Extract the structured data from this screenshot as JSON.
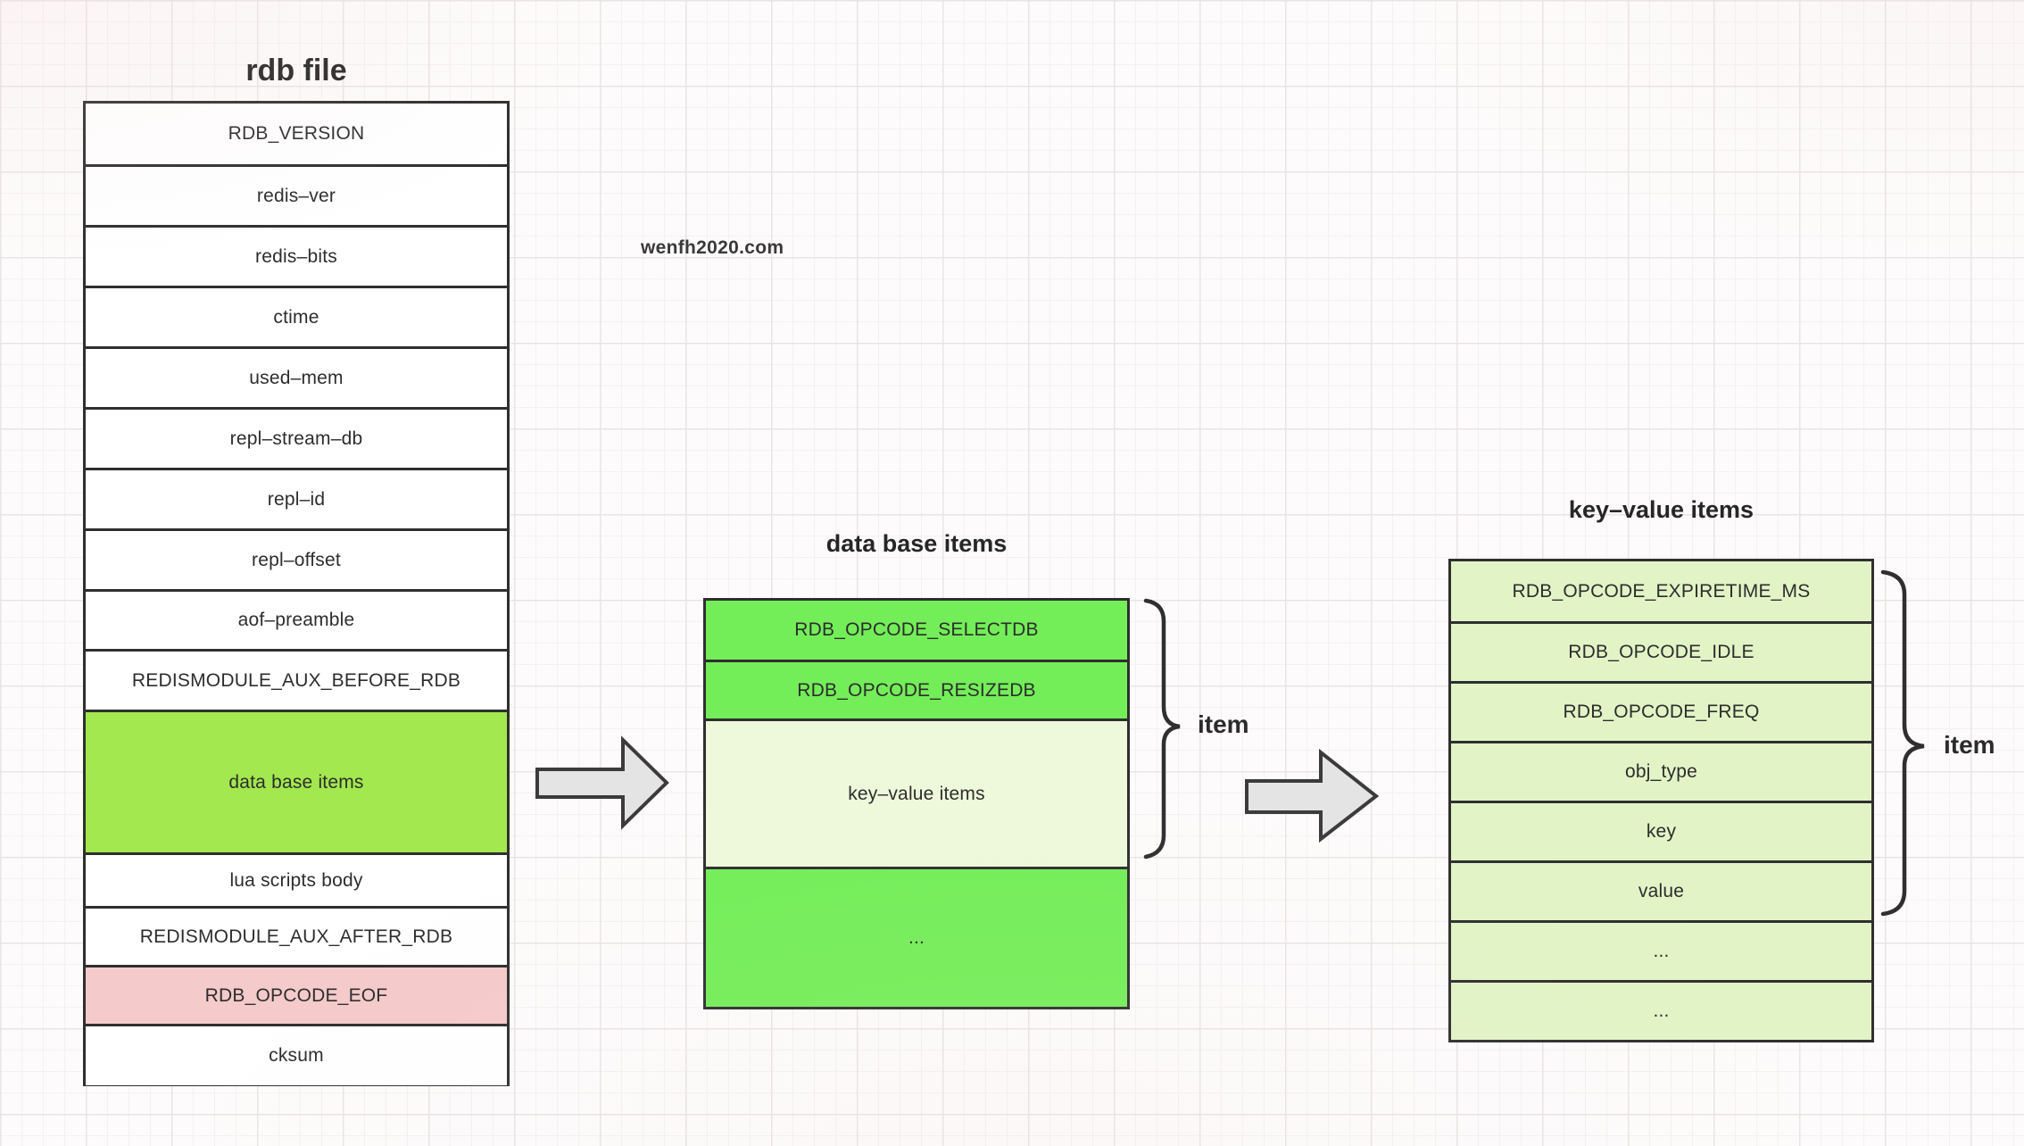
{
  "page": {
    "watermark": "wenfh2020.com"
  },
  "colors": {
    "white": "#ffffff",
    "yellow_green": "#a2e84e",
    "green": "#73ee58",
    "light_green": "#eef8da",
    "pale_green": "#e2f4c6",
    "pink": "#f5caca",
    "border": "#2f2f2f",
    "arrow_fill": "#e4e4e4",
    "arrow_stroke": "#3b3b3b"
  },
  "diagram": {
    "rdb_file": {
      "title": "rdb file",
      "rows": [
        {
          "label": "RDB_VERSION",
          "bg": "white",
          "h": 68
        },
        {
          "label": "redis–ver",
          "bg": "white",
          "h": 68
        },
        {
          "label": "redis–bits",
          "bg": "white",
          "h": 68
        },
        {
          "label": "ctime",
          "bg": "white",
          "h": 68
        },
        {
          "label": "used–mem",
          "bg": "white",
          "h": 68
        },
        {
          "label": "repl–stream–db",
          "bg": "white",
          "h": 68
        },
        {
          "label": "repl–id",
          "bg": "white",
          "h": 68
        },
        {
          "label": "repl–offset",
          "bg": "white",
          "h": 68
        },
        {
          "label": "aof–preamble",
          "bg": "white",
          "h": 67
        },
        {
          "label": "REDISMODULE_AUX_BEFORE_RDB",
          "bg": "white",
          "h": 68
        },
        {
          "label": "data base items",
          "bg": "yellow_green",
          "h": 160
        },
        {
          "label": "lua scripts body",
          "bg": "white",
          "h": 60
        },
        {
          "label": "REDISMODULE_AUX_AFTER_RDB",
          "bg": "white",
          "h": 66
        },
        {
          "label": "RDB_OPCODE_EOF",
          "bg": "pink",
          "h": 66
        },
        {
          "label": "cksum",
          "bg": "white",
          "h": 69
        }
      ]
    },
    "database_items": {
      "title": "data base items",
      "brace_label": "item",
      "rows": [
        {
          "label": "RDB_OPCODE_SELECTDB",
          "bg": "green",
          "h": 66
        },
        {
          "label": "RDB_OPCODE_RESIZEDB",
          "bg": "green",
          "h": 66
        },
        {
          "label": "key–value items",
          "bg": "light_green",
          "h": 166
        },
        {
          "label": "...",
          "bg": "green",
          "h": 157
        }
      ]
    },
    "key_value_items": {
      "title": "key–value items",
      "brace_label": "item",
      "rows": [
        {
          "label": "RDB_OPCODE_EXPIRETIME_MS",
          "bg": "pale_green",
          "h": 67
        },
        {
          "label": "RDB_OPCODE_IDLE",
          "bg": "pale_green",
          "h": 67
        },
        {
          "label": "RDB_OPCODE_FREQ",
          "bg": "pale_green",
          "h": 67
        },
        {
          "label": "obj_type",
          "bg": "pale_green",
          "h": 67
        },
        {
          "label": "key",
          "bg": "pale_green",
          "h": 67
        },
        {
          "label": "value",
          "bg": "pale_green",
          "h": 67
        },
        {
          "label": "...",
          "bg": "pale_green",
          "h": 67
        },
        {
          "label": "...",
          "bg": "pale_green",
          "h": 67
        }
      ]
    }
  }
}
